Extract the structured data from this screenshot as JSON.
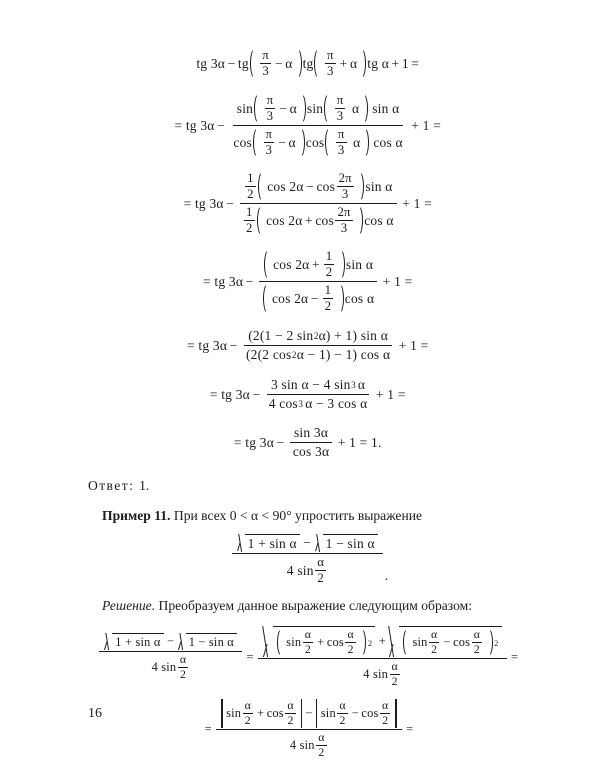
{
  "page": {
    "number": "16",
    "language": "ru"
  },
  "equations": {
    "line1": {
      "tg3a": "tg 3α",
      "minus": "−",
      "tg": "tg",
      "pi": "π",
      "three": "3",
      "alpha": "α",
      "plus": "+",
      "tga": "tg α",
      "one": "1",
      "equals": "="
    },
    "line2": {
      "lead": "= tg 3α",
      "minus": "−",
      "sin": "sin",
      "cos": "cos",
      "pi": "π",
      "three": "3",
      "alpha": "α",
      "sina": "sin α",
      "cosa": "cos α",
      "plus1": "+ 1 ="
    },
    "line3": {
      "lead": "= tg 3α",
      "minus": "−",
      "one": "1",
      "two": "2",
      "cos2a": "cos 2α",
      "cos": "cos",
      "twopi": "2π",
      "three": "3",
      "sina": "sin α",
      "cosa": "cos α",
      "plus1": "+ 1 ="
    },
    "line4": {
      "lead": "= tg 3α",
      "minus": "−",
      "cos2a": "cos 2α",
      "one": "1",
      "two": "2",
      "sina": "sin α",
      "cosa": "cos α",
      "plus1": "+ 1 ="
    },
    "line5": {
      "lead": "= tg 3α",
      "minus": "−",
      "numerator": "(2(1 − 2 sin",
      "num_exp": "2",
      "num_tail": "α) + 1) sin α",
      "denominator": "(2(2 cos",
      "den_exp": "2",
      "den_tail": "α − 1) − 1) cos α",
      "plus1": "+ 1 ="
    },
    "line6": {
      "lead": "= tg 3α",
      "minus": "−",
      "num_a": "3 sin α − 4 sin",
      "num_exp": "3",
      "num_b": "α",
      "den_a": "4 cos",
      "den_exp": "3",
      "den_b": "α − 3 cos α",
      "plus1": "+ 1 ="
    },
    "line7": {
      "lead": "= tg 3α",
      "minus": "−",
      "num": "sin 3α",
      "den": "cos 3α",
      "tail": "+ 1 = 1."
    }
  },
  "answer": {
    "label": "Ответ:",
    "value": "1."
  },
  "example": {
    "heading": "Пример 11.",
    "text": "При всех 0 < α < 90° упростить выражение"
  },
  "expression": {
    "num_left": "1 + sin α",
    "num_right": "1 − sin α",
    "minus": "−",
    "den_lead": "4 sin",
    "alpha": "α",
    "two": "2",
    "period": "."
  },
  "solution": {
    "label": "Решение.",
    "text": "Преобразуем данное выражение следующим образом:"
  },
  "solution_eq1": {
    "lhs_num_left": "1 + sin α",
    "lhs_num_right": "1 − sin α",
    "minus": "−",
    "plus": "+",
    "den_lead": "4 sin",
    "alpha": "α",
    "two": "2",
    "sin": "sin",
    "cos": "cos",
    "exp": "2",
    "equals": "=",
    "equals_tail": "="
  },
  "solution_eq2": {
    "equals": "=",
    "sin": "sin",
    "cos": "cos",
    "plus": "+",
    "minus": "−",
    "alpha": "α",
    "two": "2",
    "den_lead": "4 sin",
    "equals_tail": "="
  }
}
